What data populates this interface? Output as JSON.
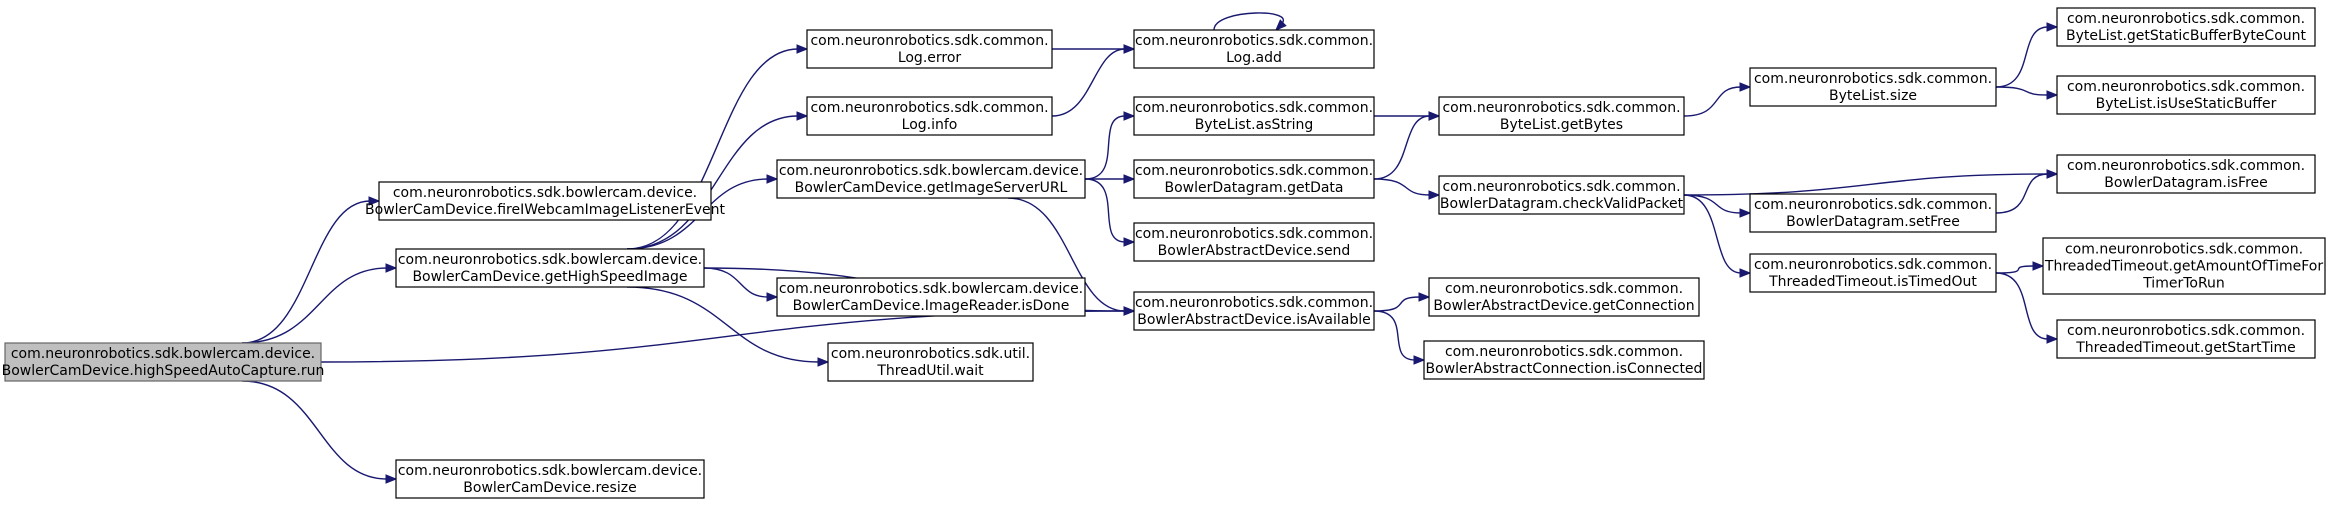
{
  "graph": {
    "edge_color": "#191970",
    "root_fill": "#bfbfbf",
    "nodes": [
      {
        "id": "root",
        "lines": [
          "com.neuronrobotics.sdk.bowlercam.device.",
          "BowlerCamDevice.highSpeedAutoCapture.run"
        ],
        "root": true
      },
      {
        "id": "fireIWebcam",
        "lines": [
          "com.neuronrobotics.sdk.bowlercam.device.",
          "BowlerCamDevice.fireIWebcamImageListenerEvent"
        ]
      },
      {
        "id": "getHighSpeed",
        "lines": [
          "com.neuronrobotics.sdk.bowlercam.device.",
          "BowlerCamDevice.getHighSpeedImage"
        ]
      },
      {
        "id": "resize",
        "lines": [
          "com.neuronrobotics.sdk.bowlercam.device.",
          "BowlerCamDevice.resize"
        ]
      },
      {
        "id": "logError",
        "lines": [
          "com.neuronrobotics.sdk.common.",
          "Log.error"
        ]
      },
      {
        "id": "logInfo",
        "lines": [
          "com.neuronrobotics.sdk.common.",
          "Log.info"
        ]
      },
      {
        "id": "getImageServerURL",
        "lines": [
          "com.neuronrobotics.sdk.bowlercam.device.",
          "BowlerCamDevice.getImageServerURL"
        ]
      },
      {
        "id": "imageReaderIsDone",
        "lines": [
          "com.neuronrobotics.sdk.bowlercam.device.",
          "BowlerCamDevice.ImageReader.isDone"
        ]
      },
      {
        "id": "threadWait",
        "lines": [
          "com.neuronrobotics.sdk.util.",
          "ThreadUtil.wait"
        ]
      },
      {
        "id": "logAdd",
        "lines": [
          "com.neuronrobotics.sdk.common.",
          "Log.add"
        ]
      },
      {
        "id": "asString",
        "lines": [
          "com.neuronrobotics.sdk.common.",
          "ByteList.asString"
        ]
      },
      {
        "id": "getData",
        "lines": [
          "com.neuronrobotics.sdk.common.",
          "BowlerDatagram.getData"
        ]
      },
      {
        "id": "send",
        "lines": [
          "com.neuronrobotics.sdk.common.",
          "BowlerAbstractDevice.send"
        ]
      },
      {
        "id": "isAvailable",
        "lines": [
          "com.neuronrobotics.sdk.common.",
          "BowlerAbstractDevice.isAvailable"
        ]
      },
      {
        "id": "getBytes",
        "lines": [
          "com.neuronrobotics.sdk.common.",
          "ByteList.getBytes"
        ]
      },
      {
        "id": "checkValidPacket",
        "lines": [
          "com.neuronrobotics.sdk.common.",
          "BowlerDatagram.checkValidPacket"
        ]
      },
      {
        "id": "getConnection",
        "lines": [
          "com.neuronrobotics.sdk.common.",
          "BowlerAbstractDevice.getConnection"
        ]
      },
      {
        "id": "isConnected",
        "lines": [
          "com.neuronrobotics.sdk.common.",
          "BowlerAbstractConnection.isConnected"
        ]
      },
      {
        "id": "size",
        "lines": [
          "com.neuronrobotics.sdk.common.",
          "ByteList.size"
        ]
      },
      {
        "id": "setFree",
        "lines": [
          "com.neuronrobotics.sdk.common.",
          "BowlerDatagram.setFree"
        ]
      },
      {
        "id": "isTimedOut",
        "lines": [
          "com.neuronrobotics.sdk.common.",
          "ThreadedTimeout.isTimedOut"
        ]
      },
      {
        "id": "getStaticBufferByteCount",
        "lines": [
          "com.neuronrobotics.sdk.common.",
          "ByteList.getStaticBufferByteCount"
        ]
      },
      {
        "id": "isUseStaticBuffer",
        "lines": [
          "com.neuronrobotics.sdk.common.",
          "ByteList.isUseStaticBuffer"
        ]
      },
      {
        "id": "isFree",
        "lines": [
          "com.neuronrobotics.sdk.common.",
          "BowlerDatagram.isFree"
        ]
      },
      {
        "id": "getAmountOfTime",
        "lines": [
          "com.neuronrobotics.sdk.common.",
          "ThreadedTimeout.getAmountOfTimeFor",
          "TimerToRun"
        ]
      },
      {
        "id": "getStartTime",
        "lines": [
          "com.neuronrobotics.sdk.common.",
          "ThreadedTimeout.getStartTime"
        ]
      }
    ],
    "edges": [
      {
        "from": "root",
        "to": "fireIWebcam"
      },
      {
        "from": "root",
        "to": "getHighSpeed"
      },
      {
        "from": "root",
        "to": "isAvailable"
      },
      {
        "from": "root",
        "to": "resize"
      },
      {
        "from": "getHighSpeed",
        "to": "logError"
      },
      {
        "from": "getHighSpeed",
        "to": "logInfo"
      },
      {
        "from": "getHighSpeed",
        "to": "getImageServerURL"
      },
      {
        "from": "getHighSpeed",
        "to": "isAvailable"
      },
      {
        "from": "getHighSpeed",
        "to": "imageReaderIsDone"
      },
      {
        "from": "getHighSpeed",
        "to": "threadWait"
      },
      {
        "from": "logError",
        "to": "logAdd"
      },
      {
        "from": "logInfo",
        "to": "logAdd"
      },
      {
        "from": "logAdd",
        "to": "logAdd"
      },
      {
        "from": "getImageServerURL",
        "to": "asString"
      },
      {
        "from": "getImageServerURL",
        "to": "getData"
      },
      {
        "from": "getImageServerURL",
        "to": "send"
      },
      {
        "from": "getImageServerURL",
        "to": "isAvailable"
      },
      {
        "from": "asString",
        "to": "getBytes"
      },
      {
        "from": "getData",
        "to": "getBytes"
      },
      {
        "from": "getData",
        "to": "checkValidPacket"
      },
      {
        "from": "getBytes",
        "to": "size"
      },
      {
        "from": "size",
        "to": "getStaticBufferByteCount"
      },
      {
        "from": "size",
        "to": "isUseStaticBuffer"
      },
      {
        "from": "checkValidPacket",
        "to": "isFree"
      },
      {
        "from": "checkValidPacket",
        "to": "setFree"
      },
      {
        "from": "checkValidPacket",
        "to": "isTimedOut"
      },
      {
        "from": "setFree",
        "to": "isFree"
      },
      {
        "from": "isAvailable",
        "to": "getConnection"
      },
      {
        "from": "isAvailable",
        "to": "isConnected"
      },
      {
        "from": "isTimedOut",
        "to": "getAmountOfTime"
      },
      {
        "from": "isTimedOut",
        "to": "getStartTime"
      }
    ]
  }
}
